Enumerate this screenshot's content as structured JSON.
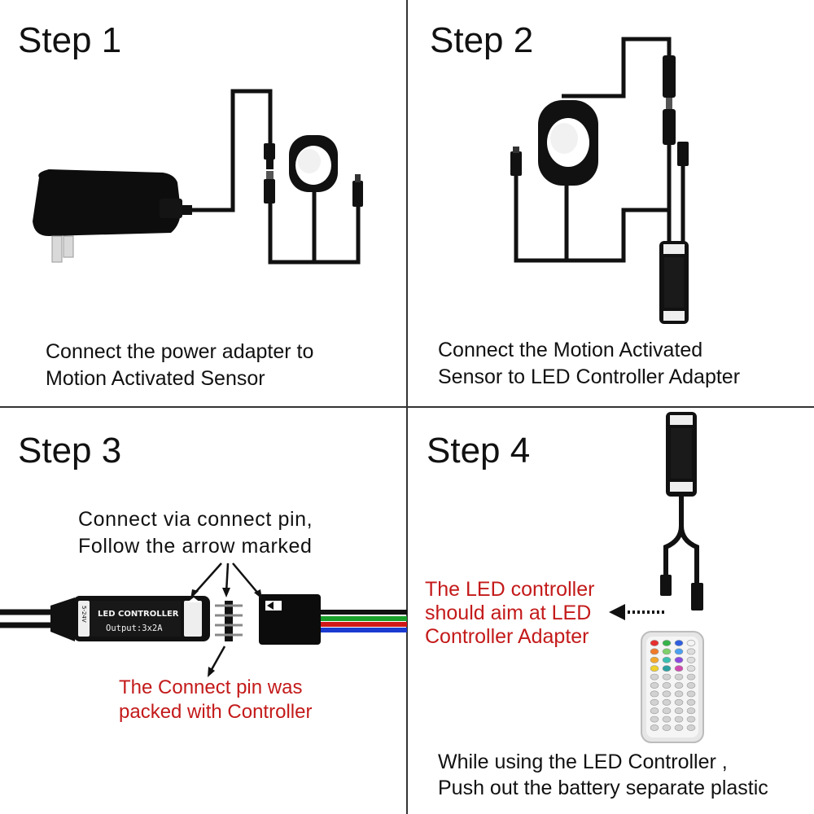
{
  "steps": [
    {
      "title": "Step 1",
      "caption": [
        "Connect the power adapter to",
        "Motion Activated Sensor"
      ]
    },
    {
      "title": "Step 2",
      "caption": [
        "Connect the Motion Activated",
        "Sensor to LED Controller Adapter"
      ]
    },
    {
      "title": "Step 3",
      "caption": [
        "Connect via connect pin,",
        "Follow the arrow marked"
      ],
      "note": [
        "The Connect pin was",
        "packed with Controller"
      ]
    },
    {
      "title": "Step 4",
      "note": [
        "The LED controller",
        "should aim at LED",
        "Controller Adapter"
      ],
      "caption": [
        "While using the LED Controller ,",
        "Push out the battery separate plastic"
      ]
    }
  ],
  "controller": {
    "label": "LED CONTROLLER",
    "output": "Output:3x2A",
    "voltage": "5-24V"
  },
  "colors": {
    "note_red": "#c41a1a",
    "cable_red": "#d01818",
    "cable_green": "#1aa02a",
    "cable_blue": "#1a3ad0"
  }
}
